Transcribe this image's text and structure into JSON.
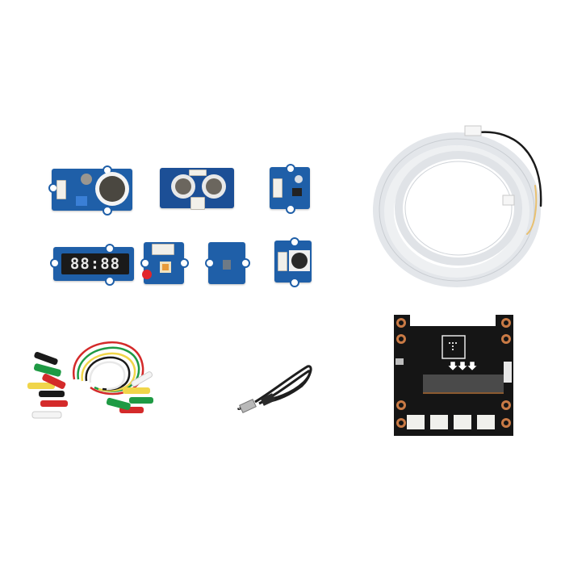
{
  "scene": {
    "description": "Product photo of an electronics starter kit on white background",
    "background_color": "#ffffff"
  },
  "items": [
    {
      "name": "Speaker module",
      "color": "#1f5fa8"
    },
    {
      "name": "Ultrasonic ranger module",
      "color": "#1f5fa8"
    },
    {
      "name": "Light sensor module",
      "color": "#1f5fa8"
    },
    {
      "name": "4-digit display module",
      "color": "#1f5fa8",
      "display_text": "88:88"
    },
    {
      "name": "Red LED module",
      "color": "#1f5fa8"
    },
    {
      "name": "Sensor module",
      "color": "#1f5fa8"
    },
    {
      "name": "Rotary angle sensor module",
      "color": "#1f5fa8"
    },
    {
      "name": "LED strip coil",
      "color": "#eef0f2"
    },
    {
      "name": "Alligator clip cables",
      "colors": [
        "#d42a2a",
        "#1f9a44",
        "#f0d54a",
        "#1a1a1a",
        "#f4f4f4"
      ]
    },
    {
      "name": "USB cable",
      "color": "#1a1a1a"
    },
    {
      "name": "Expansion board",
      "color": "#151515",
      "pad_color": "#c97a45"
    }
  ]
}
